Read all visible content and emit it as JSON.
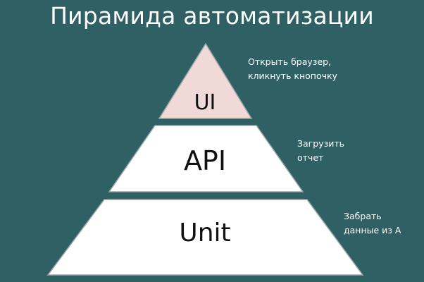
{
  "slide": {
    "title": "Пирамида автоматизации"
  },
  "pyramid": {
    "levels": [
      {
        "label": "UI",
        "note_line1": "Открыть браузер,",
        "note_line2": "кликнуть кнопочку",
        "fill": "#f1d9d7"
      },
      {
        "label": "API",
        "note_line1": "Загрузить",
        "note_line2": "отчет",
        "fill": "#ffffff"
      },
      {
        "label": "Unit",
        "note_line1": "Забрать",
        "note_line2": "данные из А",
        "fill": "#ffffff"
      }
    ],
    "stroke_color": "#9aa6a8",
    "background_color": "#2f6063"
  }
}
